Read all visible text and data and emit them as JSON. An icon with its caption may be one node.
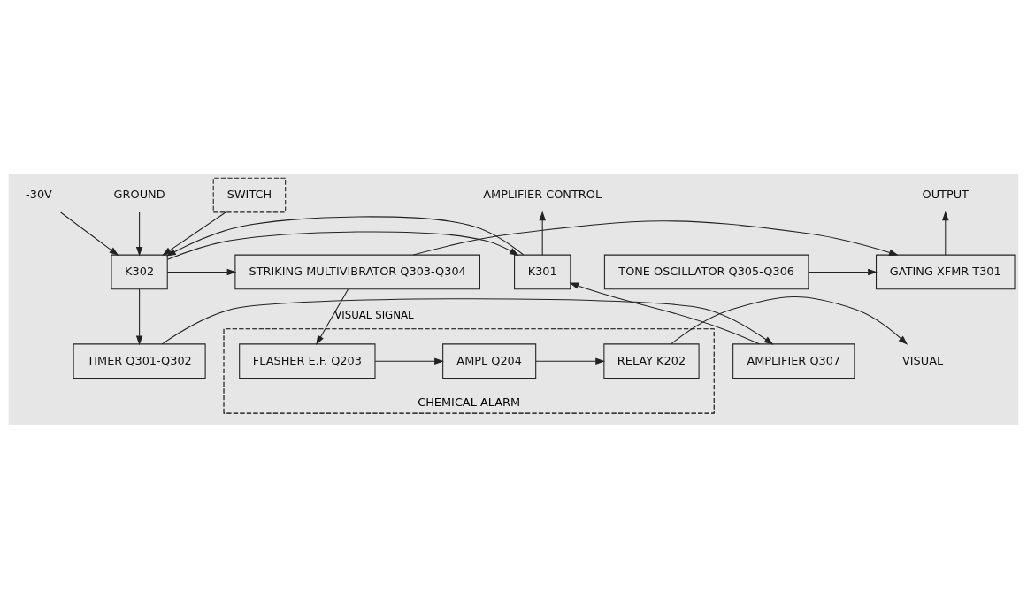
{
  "diagram": {
    "nodes": [
      {
        "text": [
          "SWITCH"
        ]
      },
      {
        "text": [
          "AMPLIFIER CONTROL"
        ]
      },
      {
        "text": [
          "-30V"
        ]
      },
      {
        "text": [
          "GROUND"
        ]
      },
      {
        "text": [
          "K301"
        ]
      },
      {
        "text": [
          "K302"
        ]
      },
      {
        "text": [
          "STRIKING MULTIVIBRATOR Q303-Q304"
        ]
      },
      {
        "text": [
          "OUTPUT"
        ]
      },
      {
        "text": [
          "GATING XFMR T301"
        ]
      },
      {
        "text": [
          "TONE OSCILLATOR Q305-Q306"
        ]
      },
      {
        "text": [
          "CHEMICAL ALARM"
        ]
      },
      {
        "text": [
          "AMPLIFIER Q307"
        ]
      },
      {
        "text": [
          "TIMER Q301-Q302"
        ]
      },
      {
        "text": [
          "FLASHER E.F. Q203"
        ],
        "in": 10
      },
      {
        "text": [
          "AMPL Q204"
        ],
        "in": 10
      },
      {
        "text": [
          "RELAY K202"
        ],
        "in": 10
      },
      {
        "text": [
          "VISUAL"
        ]
      }
    ],
    "edges": [
      {
        "from": 0,
        "to": 5,
        "arrow": "to"
      },
      {
        "from": 2,
        "to": 5,
        "arrow": "to"
      },
      {
        "from": 3,
        "to": 5,
        "arrow": "to"
      },
      {
        "from": 4,
        "to": 1,
        "arrow": "to"
      },
      {
        "from": 5,
        "to": 4,
        "arrow": "to"
      },
      {
        "from": 4,
        "to": 5,
        "arrow": "to"
      },
      {
        "from": 5,
        "to": 6,
        "arrow": "to"
      },
      {
        "from": 5,
        "to": 12,
        "arrow": "to"
      },
      {
        "from": 6,
        "to": 8,
        "arrow": "to"
      },
      {
        "from": 9,
        "to": 8,
        "arrow": "to"
      },
      {
        "from": 8,
        "to": 7,
        "arrow": "to"
      },
      {
        "from": 6,
        "to": 13,
        "arrow": "to",
        "label": "VISUAL SIGNAL"
      },
      {
        "from": 12,
        "to": 11,
        "arrow": "to"
      },
      {
        "from": 11,
        "to": 4,
        "arrow": "to"
      },
      {
        "from": 13,
        "to": 14,
        "arrow": "to"
      },
      {
        "from": 14,
        "to": 15,
        "arrow": "to"
      },
      {
        "from": 15,
        "to": 16,
        "arrow": "to"
      }
    ]
  }
}
